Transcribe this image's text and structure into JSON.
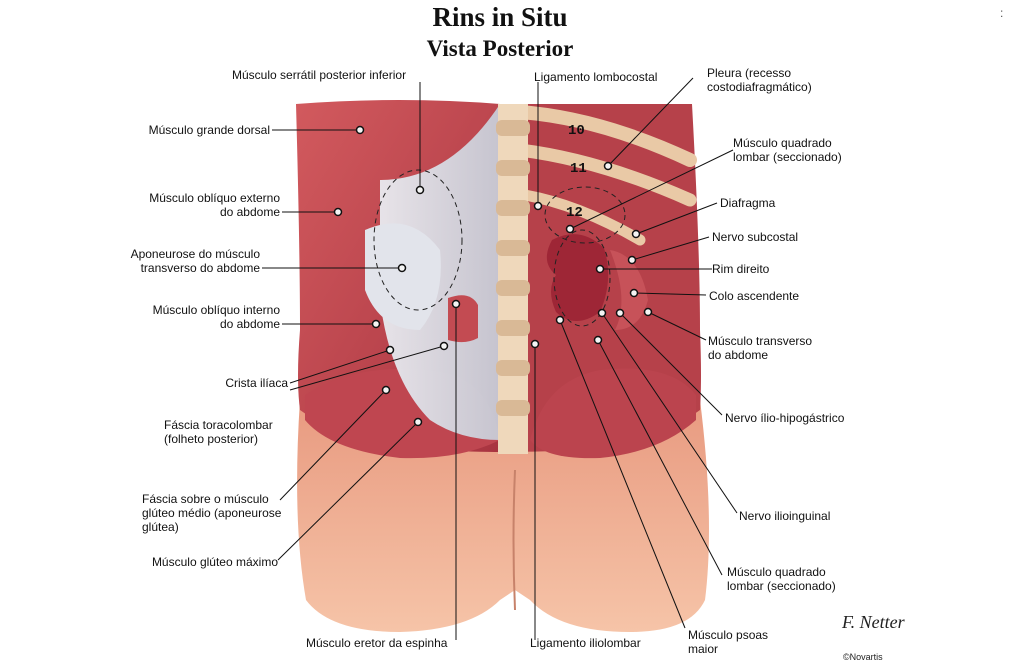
{
  "title": "Rins in Situ",
  "subtitle": "Vista Posterior",
  "labels_left": [
    "Músculo grande dorsal",
    "Músculo oblíquo externo do abdome",
    "Aponeurose do músculo transverso do abdome",
    "Músculo oblíquo interno do abdome",
    "Crista ilíaca",
    "Fáscia toracolombar (folheto posterior)",
    "Fáscia sobre o músculo glúteo médio (aponeurose glútea)",
    "Músculo glúteo máximo"
  ],
  "labels_top": [
    "Músculo serrátil posterior inferior",
    "Ligamento lombocostal"
  ],
  "labels_right": [
    "Pleura (recesso costodiafragmático)",
    "Músculo quadrado lombar (seccionado)",
    "Diafragma",
    "Nervo subcostal",
    "Rim direito",
    "Colo ascendente",
    "Músculo transverso do abdome",
    "Nervo ílio-hipogástrico",
    "Nervo ilioinguinal",
    "Músculo quadrado lombar (seccionado)",
    "Músculo psoas maior"
  ],
  "labels_bottom": [
    "Músculo eretor da espinha",
    "Ligamento iliolombar"
  ],
  "rib_numbers": [
    "10",
    "11",
    "12"
  ],
  "logo": {
    "signature": "F. Netter",
    "company": "©Novartis"
  },
  "colors": {
    "muscle": "#c8454a",
    "muscle_dark": "#8f2230",
    "fascia": "#dfe2ea",
    "skin": "#f0b092",
    "bone": "#f1dcc0",
    "kidney": "#a8283a"
  }
}
